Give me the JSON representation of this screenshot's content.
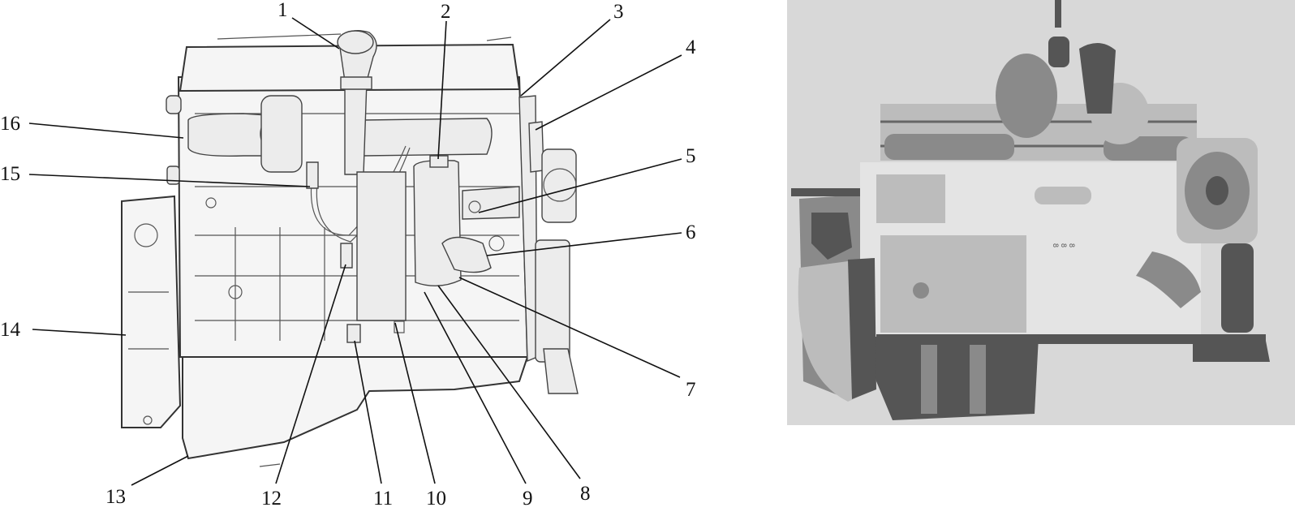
{
  "diagram": {
    "callouts": [
      {
        "id": "1",
        "label": "1"
      },
      {
        "id": "2",
        "label": "2"
      },
      {
        "id": "3",
        "label": "3"
      },
      {
        "id": "4",
        "label": "4"
      },
      {
        "id": "5",
        "label": "5"
      },
      {
        "id": "6",
        "label": "6"
      },
      {
        "id": "7",
        "label": "7"
      },
      {
        "id": "8",
        "label": "8"
      },
      {
        "id": "9",
        "label": "9"
      },
      {
        "id": "10",
        "label": "10"
      },
      {
        "id": "11",
        "label": "11"
      },
      {
        "id": "12",
        "label": "12"
      },
      {
        "id": "13",
        "label": "13"
      },
      {
        "id": "14",
        "label": "14"
      },
      {
        "id": "15",
        "label": "15"
      },
      {
        "id": "16",
        "label": "16"
      }
    ]
  },
  "photo": {
    "plate_text": [
      "8",
      "8",
      "8"
    ]
  }
}
